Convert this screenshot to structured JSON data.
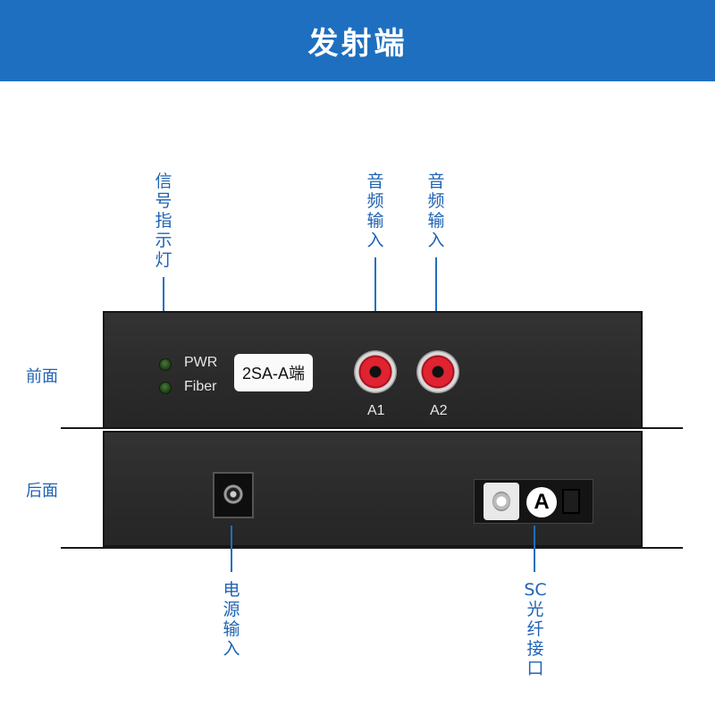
{
  "banner": {
    "title": "发射端"
  },
  "labels": {
    "signal_indicator": "信号指示灯",
    "audio_input_1": "音频输入",
    "audio_input_2": "音频输入",
    "front": "前面",
    "back": "后面",
    "power_input": "电源输入",
    "sc_fiber_port": "SC光纤接口"
  },
  "front_panel": {
    "led_pwr": "PWR",
    "led_fiber": "Fiber",
    "model": "2SA-A端",
    "jack_a1": "A1",
    "jack_a2": "A2"
  },
  "back_panel": {
    "sc_badge": "A"
  },
  "colors": {
    "banner": "#1f6fc0",
    "label_text": "#1f63b3",
    "panel": "#2b2b2b",
    "rca_red": "#e02330",
    "led_green": "#2f5a24"
  }
}
